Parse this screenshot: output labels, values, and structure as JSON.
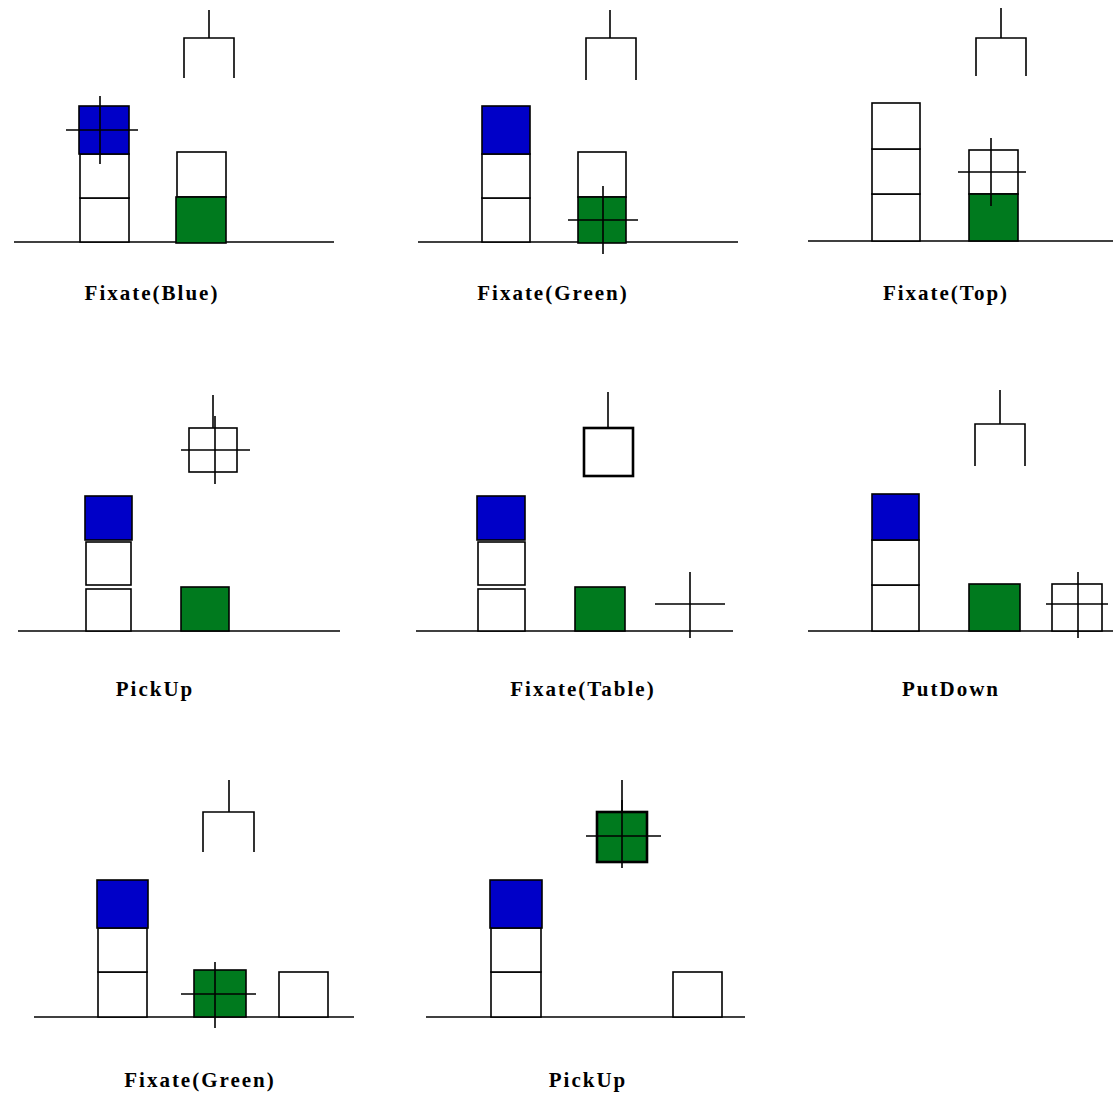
{
  "diagram": {
    "labels": [
      "Fixate(Blue)",
      "Fixate(Green)",
      "Fixate(Top)",
      "PickUp",
      "Fixate(Table)",
      "PutDown",
      "Fixate(Green)",
      "PickUp"
    ]
  }
}
